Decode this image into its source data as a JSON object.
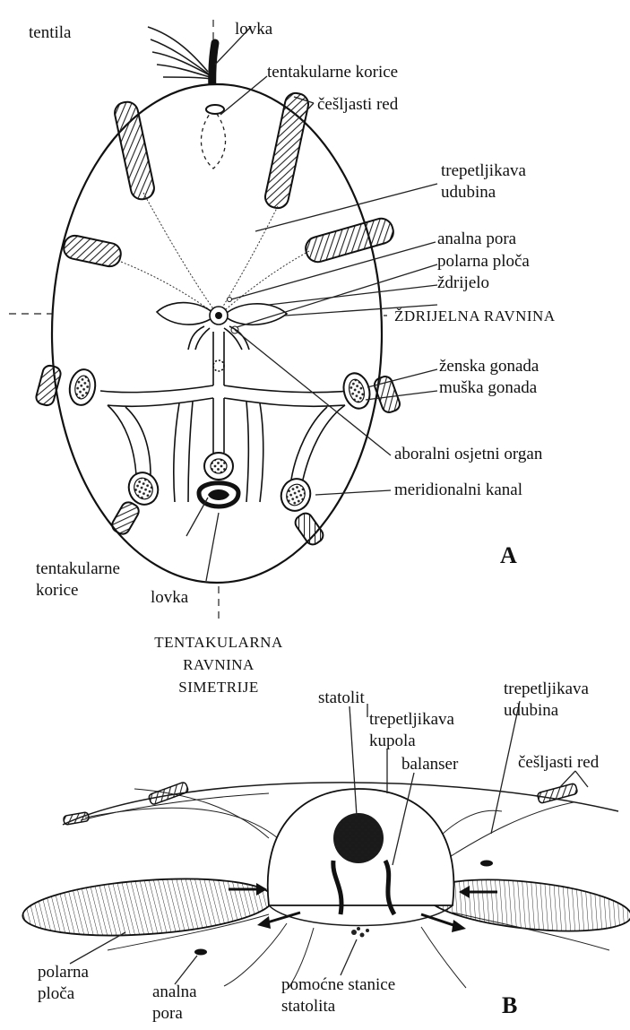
{
  "figure_a": {
    "panel_letter": "A",
    "labels": {
      "tentila": "tentila",
      "lovka_top": "lovka",
      "tentakularne_korice_top": "tentakularne korice",
      "cesljasti_red": "češljasti red",
      "trepetljikava_udubina_1": "trepetljikava",
      "trepetljikava_udubina_2": "udubina",
      "analna_pora": "analna pora",
      "polarna_ploca": "polarna ploča",
      "zdrijelo": "ždrijelo",
      "zdrijelna_ravnina": "ŽDRIJELNA RAVNINA",
      "zenska_gonada": "ženska gonada",
      "muska_gonada": "muška gonada",
      "aboralni_osjetni_organ": "aboralni osjetni organ",
      "meridionalni_kanal": "meridionalni kanal",
      "tentakularne_korice_bottom_1": "tentakularne",
      "tentakularne_korice_bottom_2": "korice",
      "lovka_bottom": "lovka",
      "tentakularna_ravnina_1": "TENTAKULARNA",
      "tentakularna_ravnina_2": "RAVNINA",
      "tentakularna_ravnina_3": "SIMETRIJE"
    }
  },
  "figure_b": {
    "panel_letter": "B",
    "labels": {
      "statolit": "statolit",
      "trepetljikava_kupola_1": "trepetljikava",
      "trepetljikava_kupola_2": "kupola",
      "trepetljikava_udubina_1": "trepetljikava",
      "trepetljikava_udubina_2": "udubina",
      "balanser": "balanser",
      "cesljasti_red": "češljasti red",
      "polarna_ploca_1": "polarna",
      "polarna_ploca_2": "ploča",
      "analna_pora_1": "analna",
      "analna_pora_2": "pora",
      "pomocne_stanice_1": "pomoćne stanice",
      "pomocne_stanice_2": "statolita"
    }
  }
}
